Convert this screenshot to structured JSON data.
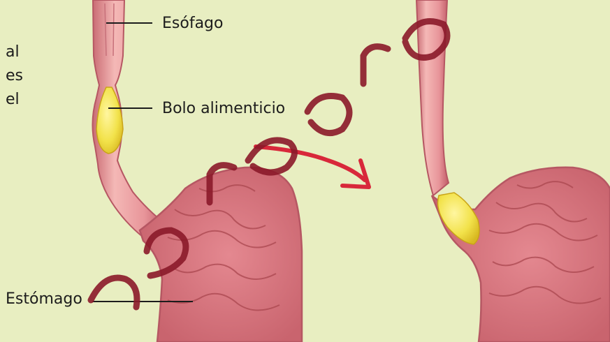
{
  "labels": {
    "esofago": "Esófago",
    "bolo": "Bolo alimenticio",
    "estomago": "Estómago"
  },
  "side_text": [
    "al",
    "es",
    "el"
  ],
  "watermark": "surepro",
  "colors": {
    "background": "#e8eec1",
    "tissue": "#e8959a",
    "tissue_dark": "#c96b73",
    "tissue_light": "#f4b8b6",
    "bolus": "#f2e24a",
    "arrow": "#d8283a",
    "watermark": "#8b1a2a"
  }
}
